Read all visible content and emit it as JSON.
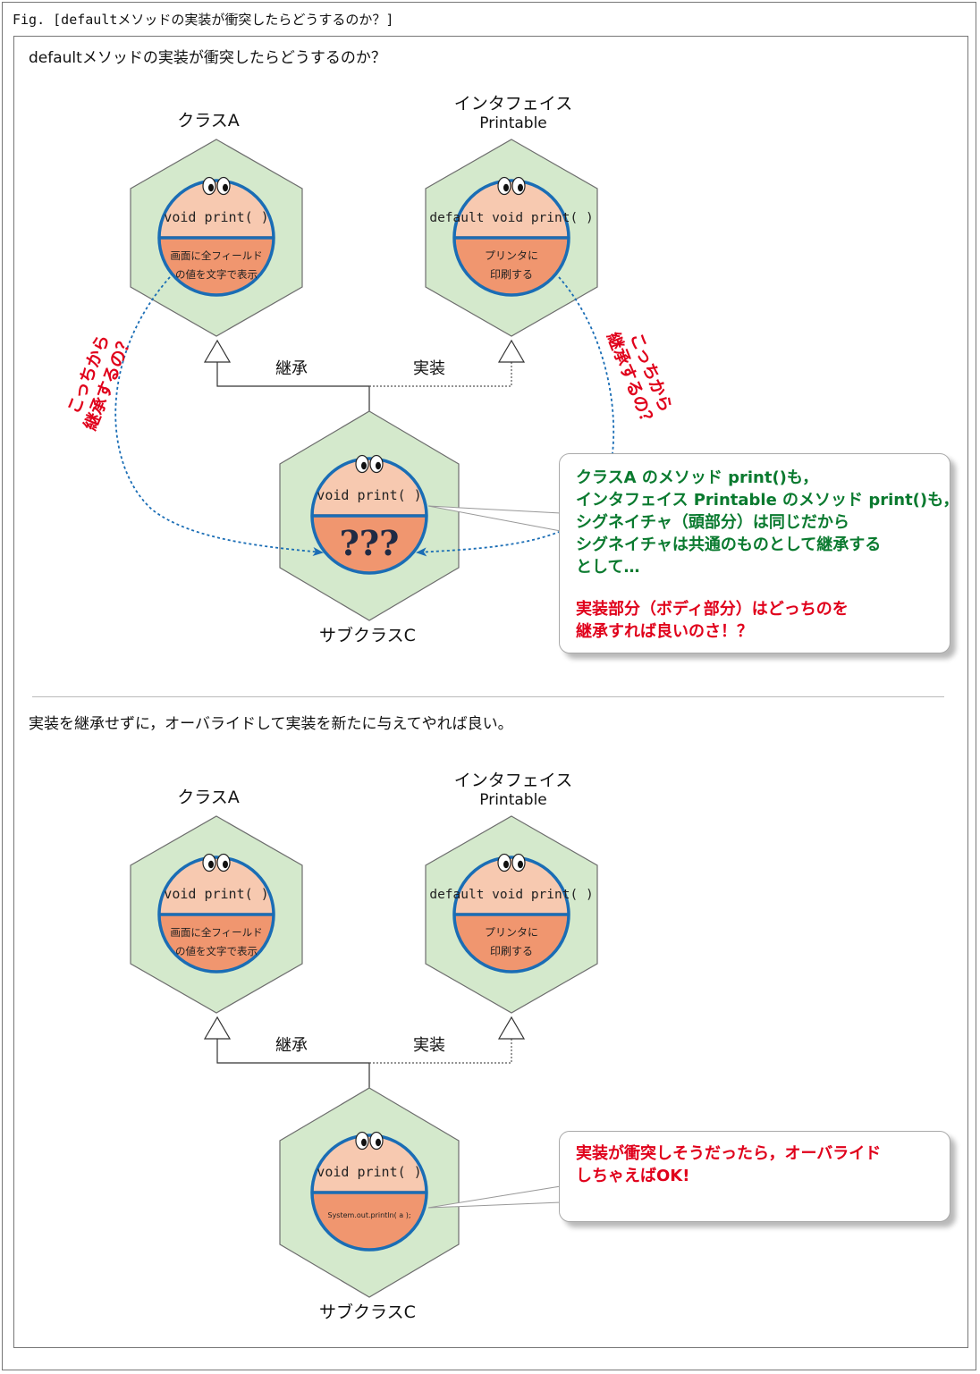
{
  "figure": {
    "title": "Fig. [defaultメソッドの実装が衝突したらどうするのか？]"
  },
  "colors": {
    "hexagon_fill": "#d4e9cc",
    "hexagon_stroke": "#6e6e6e",
    "head_top": "#f7c9b0",
    "head_bottom": "#f0966f",
    "head_rim": "#1a6db5",
    "arrow_blue": "#1a6db5",
    "callout_green": "#0a7a2f",
    "callout_red": "#e0001b"
  },
  "section1": {
    "heading": "defaultメソッドの実装が衝突したらどうするのか？",
    "class_a": {
      "label": "クラスA",
      "method": "void print( )",
      "body_line1": "画面に全フィールド",
      "body_line2": "の値を文字で表示"
    },
    "interface": {
      "label": "インタフェイス",
      "sublabel": "Printable",
      "method": "default void print( )",
      "body_line1": "プリンタに",
      "body_line2": "印刷する"
    },
    "subclass": {
      "label": "サブクラスC",
      "method": "void print( )",
      "body": "???"
    },
    "edge_inherit": "継承",
    "edge_implement": "実装",
    "question_left_line1": "こっちから",
    "question_left_line2": "継承するの？",
    "question_right_line1": "こっちから",
    "question_right_line2": "継承するの？",
    "callout": {
      "green_lines": [
        "クラスA のメソッド print()も，",
        "インタフェイス Printable のメソッド print()も，",
        "シグネイチャ（頭部分）は同じだから",
        "シグネイチャは共通のものとして継承する",
        "として…"
      ],
      "red_lines": [
        "実装部分（ボディ部分）はどっちのを",
        "継承すれば良いのさ！？"
      ]
    }
  },
  "section2": {
    "heading": "実装を継承せずに，オーバライドして実装を新たに与えてやれば良い。",
    "class_a": {
      "label": "クラスA",
      "method": "void print( )",
      "body_line1": "画面に全フィールド",
      "body_line2": "の値を文字で表示"
    },
    "interface": {
      "label": "インタフェイス",
      "sublabel": "Printable",
      "method": "default void print( )",
      "body_line1": "プリンタに",
      "body_line2": "印刷する"
    },
    "subclass": {
      "label": "サブクラスC",
      "method": "void print( )",
      "body": "System.out.println( a );"
    },
    "edge_inherit": "継承",
    "edge_implement": "実装",
    "callout": {
      "red_lines": [
        "実装が衝突しそうだったら，オーバライド",
        "しちゃえばOK!"
      ]
    }
  }
}
